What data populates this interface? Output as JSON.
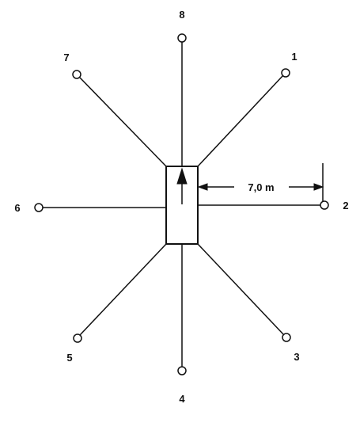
{
  "diagram": {
    "points": [
      {
        "label": "1"
      },
      {
        "label": "2"
      },
      {
        "label": "3"
      },
      {
        "label": "4"
      },
      {
        "label": "5"
      },
      {
        "label": "6"
      },
      {
        "label": "7"
      },
      {
        "label": "8"
      }
    ],
    "dimension_label": "7,0 m"
  }
}
